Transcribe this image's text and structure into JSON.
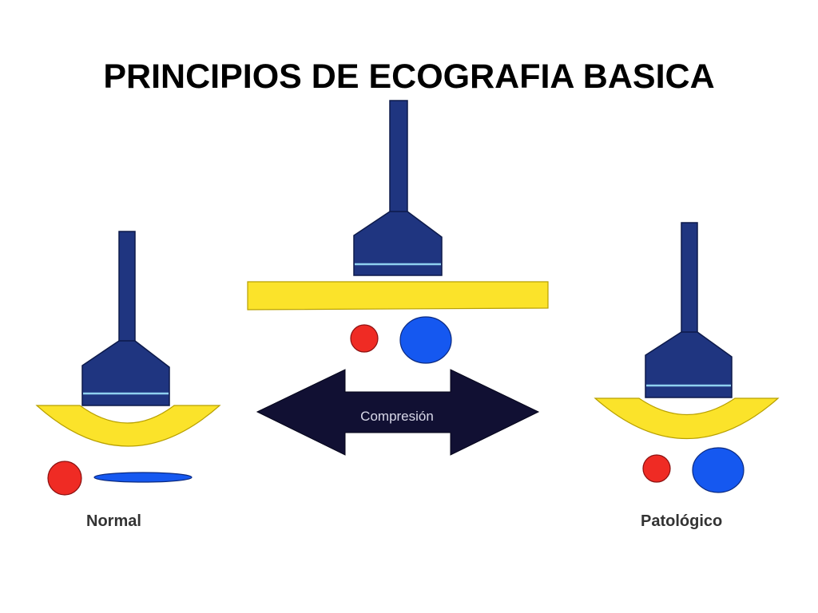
{
  "title": "PRINCIPIOS DE ECOGRAFIA BASICA",
  "labels": {
    "left": "Normal",
    "right": "Patológico",
    "arrow": "Compresión"
  },
  "colors": {
    "transducer": "#1f3580",
    "transducer_stroke": "#0d1a4a",
    "transducer_line": "#8fd0f0",
    "tissue": "#fbe32a",
    "tissue_stroke": "#b8a000",
    "artery": "#ef2b24",
    "vein": "#1558f0",
    "arrow": "#111033",
    "arrow_text": "#d8d8e8"
  }
}
